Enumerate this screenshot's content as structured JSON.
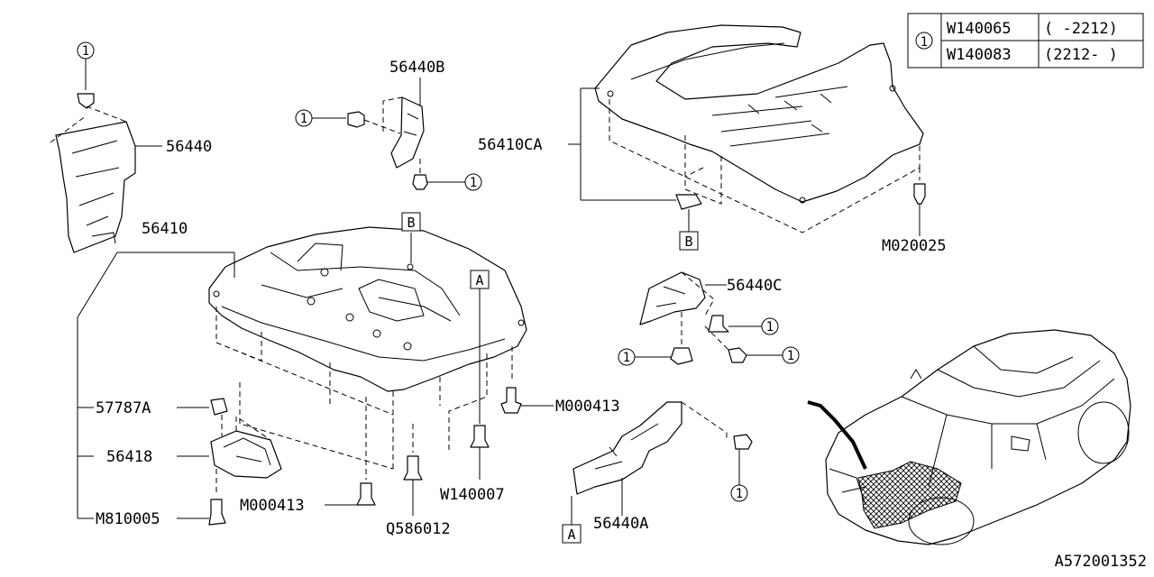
{
  "legend": {
    "ref": "1",
    "rows": [
      {
        "part": "W140065",
        "range": "( -2212)"
      },
      {
        "part": "W140083",
        "range": "(2212- )"
      }
    ]
  },
  "parts": {
    "p56440": "56440",
    "p56440B": "56440B",
    "p56410CA": "56410CA",
    "p56410": "56410",
    "p56440C": "56440C",
    "p57787A": "57787A",
    "p56418": "56418",
    "p_M810005": "M810005",
    "p_M000413_a": "M000413",
    "p_M000413_b": "M000413",
    "p_Q586012": "Q586012",
    "p_W140007": "W140007",
    "p56440A": "56440A",
    "p_M020025": "M020025"
  },
  "refs": {
    "circle": "1",
    "boxA": "A",
    "boxB": "B"
  },
  "diagram_id": "A572001352"
}
